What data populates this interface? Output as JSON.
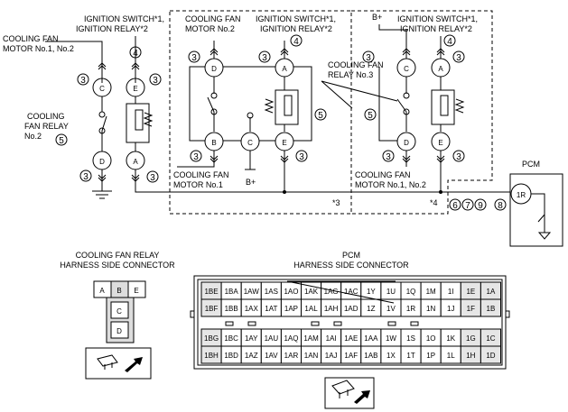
{
  "labels": {
    "ign_switch_left": "IGNITION SWITCH*1,",
    "ign_relay_left": "IGNITION RELAY*2",
    "fan_motor_12_a": "COOLING FAN",
    "fan_motor_12_b": "MOTOR No.1, No.2",
    "fan_relay2_a": "COOLING",
    "fan_relay2_b": "FAN RELAY",
    "fan_relay2_c": "No.2",
    "fan_motor2_a": "COOLING FAN",
    "fan_motor2_b": "MOTOR No.2",
    "ign_switch_mid": "IGNITION SWITCH*1,",
    "ign_relay_mid": "IGNITION RELAY*2",
    "fan_relay3_a": "COOLING FAN",
    "fan_relay3_b": "RELAY No.3",
    "bplus_right": "B+",
    "ign_switch_right": "IGNITION SWITCH*1,",
    "ign_relay_right": "IGNITION RELAY*2",
    "fan_motor1_a": "COOLING FAN",
    "fan_motor1_b": "MOTOR No.1",
    "bplus_mid": "B+",
    "fan_motor12r_a": "COOLING FAN",
    "fan_motor12r_b": "MOTOR No.1, No.2",
    "note3": "*3",
    "note4": "*4",
    "pcm": "PCM",
    "pcm_pin": "1R",
    "relay_conn_a": "COOLING FAN RELAY",
    "relay_conn_b": "HARNESS SIDE CONNECTOR",
    "pcm_conn_a": "PCM",
    "pcm_conn_b": "HARNESS SIDE CONNECTOR"
  },
  "terminals": {
    "left_c": "C",
    "left_e": "E",
    "left_d": "D",
    "left_a": "A",
    "mid_d": "D",
    "mid_a": "A",
    "mid_b": "B",
    "mid_c": "C",
    "mid_e": "E",
    "right_c": "C",
    "right_a": "A",
    "right_d": "D",
    "right_e": "E"
  },
  "circled_numbers": {
    "n3": "3",
    "n4": "4",
    "n5": "5",
    "n6": "6",
    "n7": "7",
    "n8": "8",
    "n9": "9"
  },
  "relay_connector": {
    "top": [
      "A",
      "B",
      "E"
    ],
    "c": "C",
    "d": "D"
  },
  "pcm_connector": {
    "rows": [
      [
        "1BE",
        "1BA",
        "1AW",
        "1AS",
        "1AO",
        "1AK",
        "1AG",
        "1AC",
        "1Y",
        "1U",
        "1Q",
        "1M",
        "1I",
        "1E",
        "1A"
      ],
      [
        "1BF",
        "1BB",
        "1AX",
        "1AT",
        "1AP",
        "1AL",
        "1AH",
        "1AD",
        "1Z",
        "1V",
        "1R",
        "1N",
        "1J",
        "1F",
        "1B"
      ],
      [
        "1BG",
        "1BC",
        "1AY",
        "1AU",
        "1AQ",
        "1AM",
        "1AI",
        "1AE",
        "1AA",
        "1W",
        "1S",
        "1O",
        "1K",
        "1G",
        "1C"
      ],
      [
        "1BH",
        "1BD",
        "1AZ",
        "1AV",
        "1AR",
        "1AN",
        "1AJ",
        "1AF",
        "1AB",
        "1X",
        "1T",
        "1P",
        "1L",
        "1H",
        "1D"
      ]
    ]
  }
}
